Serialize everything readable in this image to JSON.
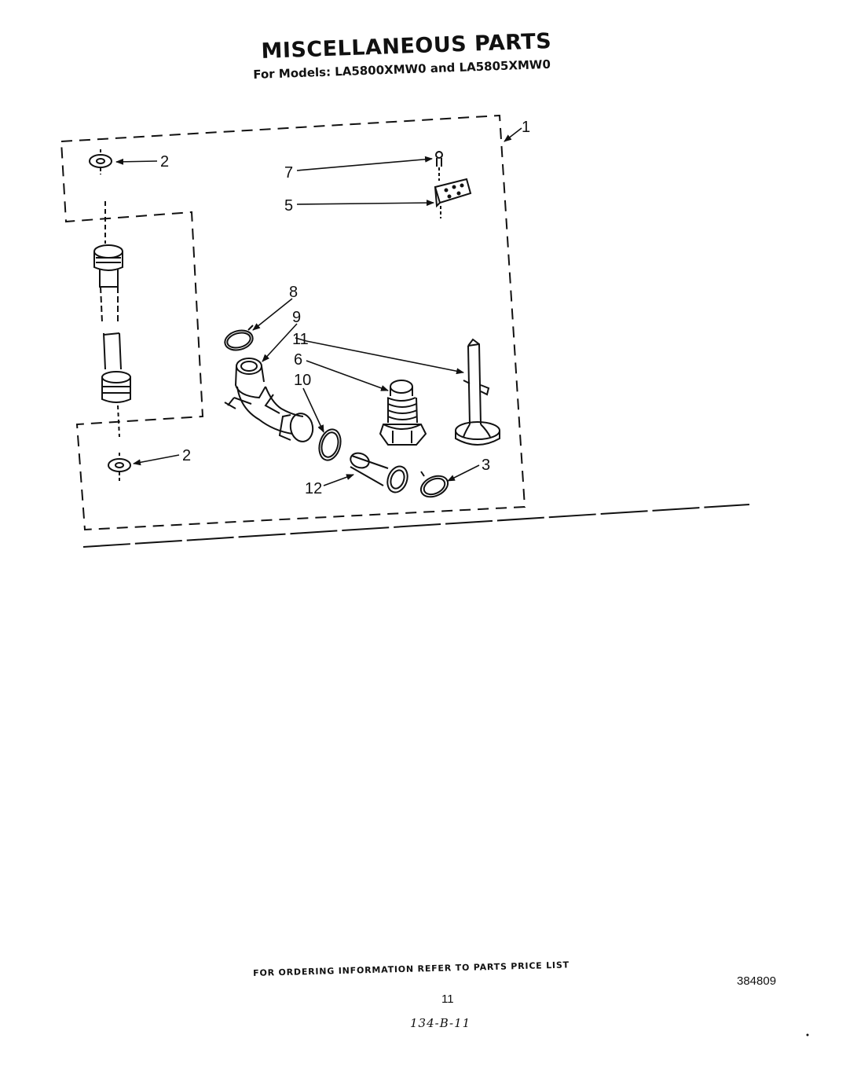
{
  "header": {
    "title": "MISCELLANEOUS PARTS",
    "subtitle": "For Models: LA5800XMW0 and LA5805XMW0"
  },
  "callouts": {
    "c1": "1",
    "c2a": "2",
    "c2b": "2",
    "c3": "3",
    "c5": "5",
    "c6": "6",
    "c7": "7",
    "c8": "8",
    "c9": "9",
    "c10": "10",
    "c11": "11",
    "c12": "12"
  },
  "parts": [
    {
      "id": "2",
      "icon": "washer-icon"
    },
    {
      "id": "3",
      "icon": "clamp-ring-icon"
    },
    {
      "id": "5",
      "icon": "bracket-icon"
    },
    {
      "id": "6",
      "icon": "threaded-fitting-icon"
    },
    {
      "id": "7",
      "icon": "pin-icon"
    },
    {
      "id": "8",
      "icon": "clamp-ring-icon"
    },
    {
      "id": "9",
      "icon": "elbow-hose-icon"
    },
    {
      "id": "10",
      "icon": "clamp-ring-icon"
    },
    {
      "id": "11",
      "icon": "post-icon"
    },
    {
      "id": "12",
      "icon": "coupling-icon"
    },
    {
      "id": "",
      "icon": "inlet-hose-icon"
    }
  ],
  "footer": {
    "ordering_note": "FOR ORDERING INFORMATION REFER TO PARTS PRICE LIST",
    "document_number": "384809",
    "page_number": "11",
    "handwritten_code": "134-B-11"
  }
}
